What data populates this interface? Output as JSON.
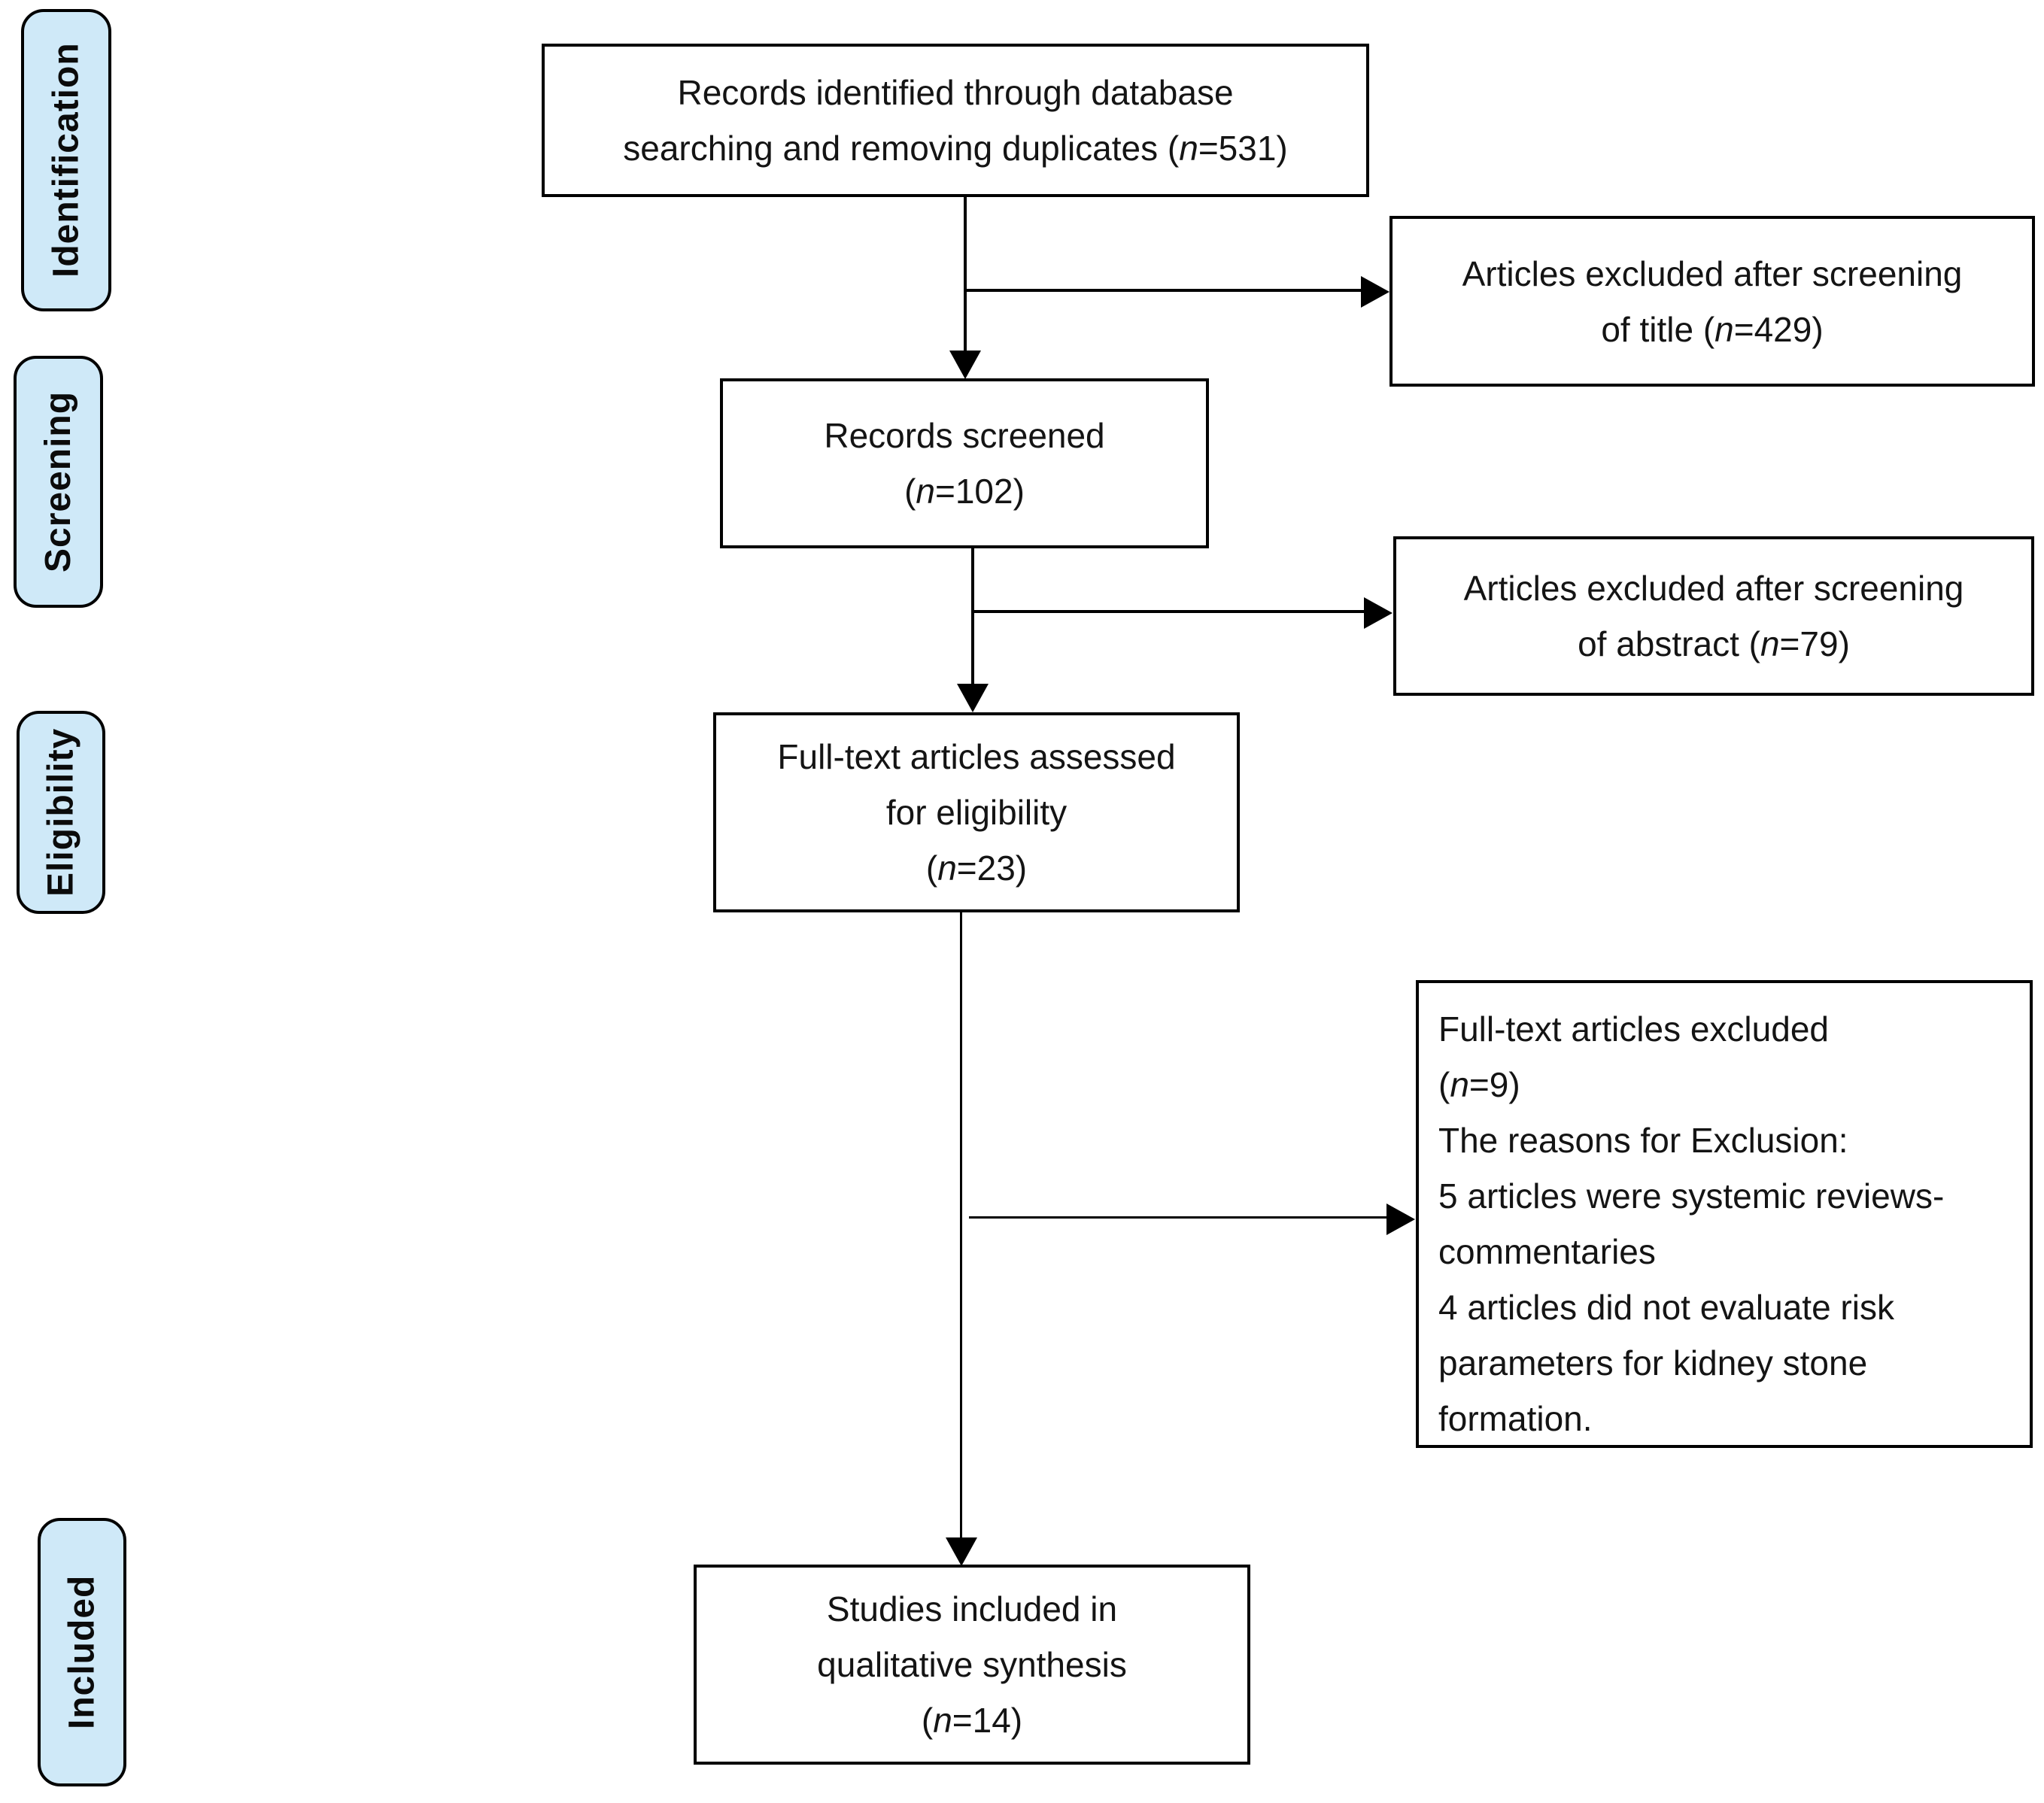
{
  "stages": [
    {
      "id": "identification",
      "label": "Identification"
    },
    {
      "id": "screening",
      "label": "Screening"
    },
    {
      "id": "eligibility",
      "label": "Eligibility"
    },
    {
      "id": "included",
      "label": "Included"
    }
  ],
  "boxes": [
    {
      "id": "identified",
      "lines": [
        "Records identified through database",
        "searching and removing duplicates (n=531)"
      ]
    },
    {
      "id": "screened",
      "lines": [
        "Records screened",
        "(n=102)"
      ]
    },
    {
      "id": "excluded-title",
      "lines": [
        "Articles excluded after screening",
        "of title (n=429)"
      ]
    },
    {
      "id": "assessed",
      "lines": [
        "Full-text articles assessed",
        "for eligibility",
        "(n=23)"
      ]
    },
    {
      "id": "excluded-abstract",
      "lines": [
        "Articles excluded after screening",
        "of abstract (n=79)"
      ]
    },
    {
      "id": "excluded-fulltext",
      "lines": [
        "Full-text articles excluded",
        "(n=9)",
        "The reasons for Exclusion:",
        "5 articles were systemic reviews-",
        "commentaries",
        "4 articles did not evaluate risk",
        "parameters for kidney stone",
        "formation."
      ]
    },
    {
      "id": "included-studies",
      "lines": [
        "Studies included in",
        "qualitative synthesis",
        "(n=14)"
      ]
    }
  ],
  "counts": {
    "records_identified": 531,
    "excluded_after_title_screening": 429,
    "records_screened": 102,
    "excluded_after_abstract_screening": 79,
    "fulltext_assessed": 23,
    "fulltext_excluded": 9,
    "excluded_systemic_reviews_commentaries": 5,
    "excluded_no_risk_parameters": 4,
    "included_qualitative_synthesis": 14
  },
  "colors": {
    "stage_fill": "#cfe9f8",
    "box_fill": "#ffffff",
    "line": "#000000",
    "text": "#141414"
  }
}
